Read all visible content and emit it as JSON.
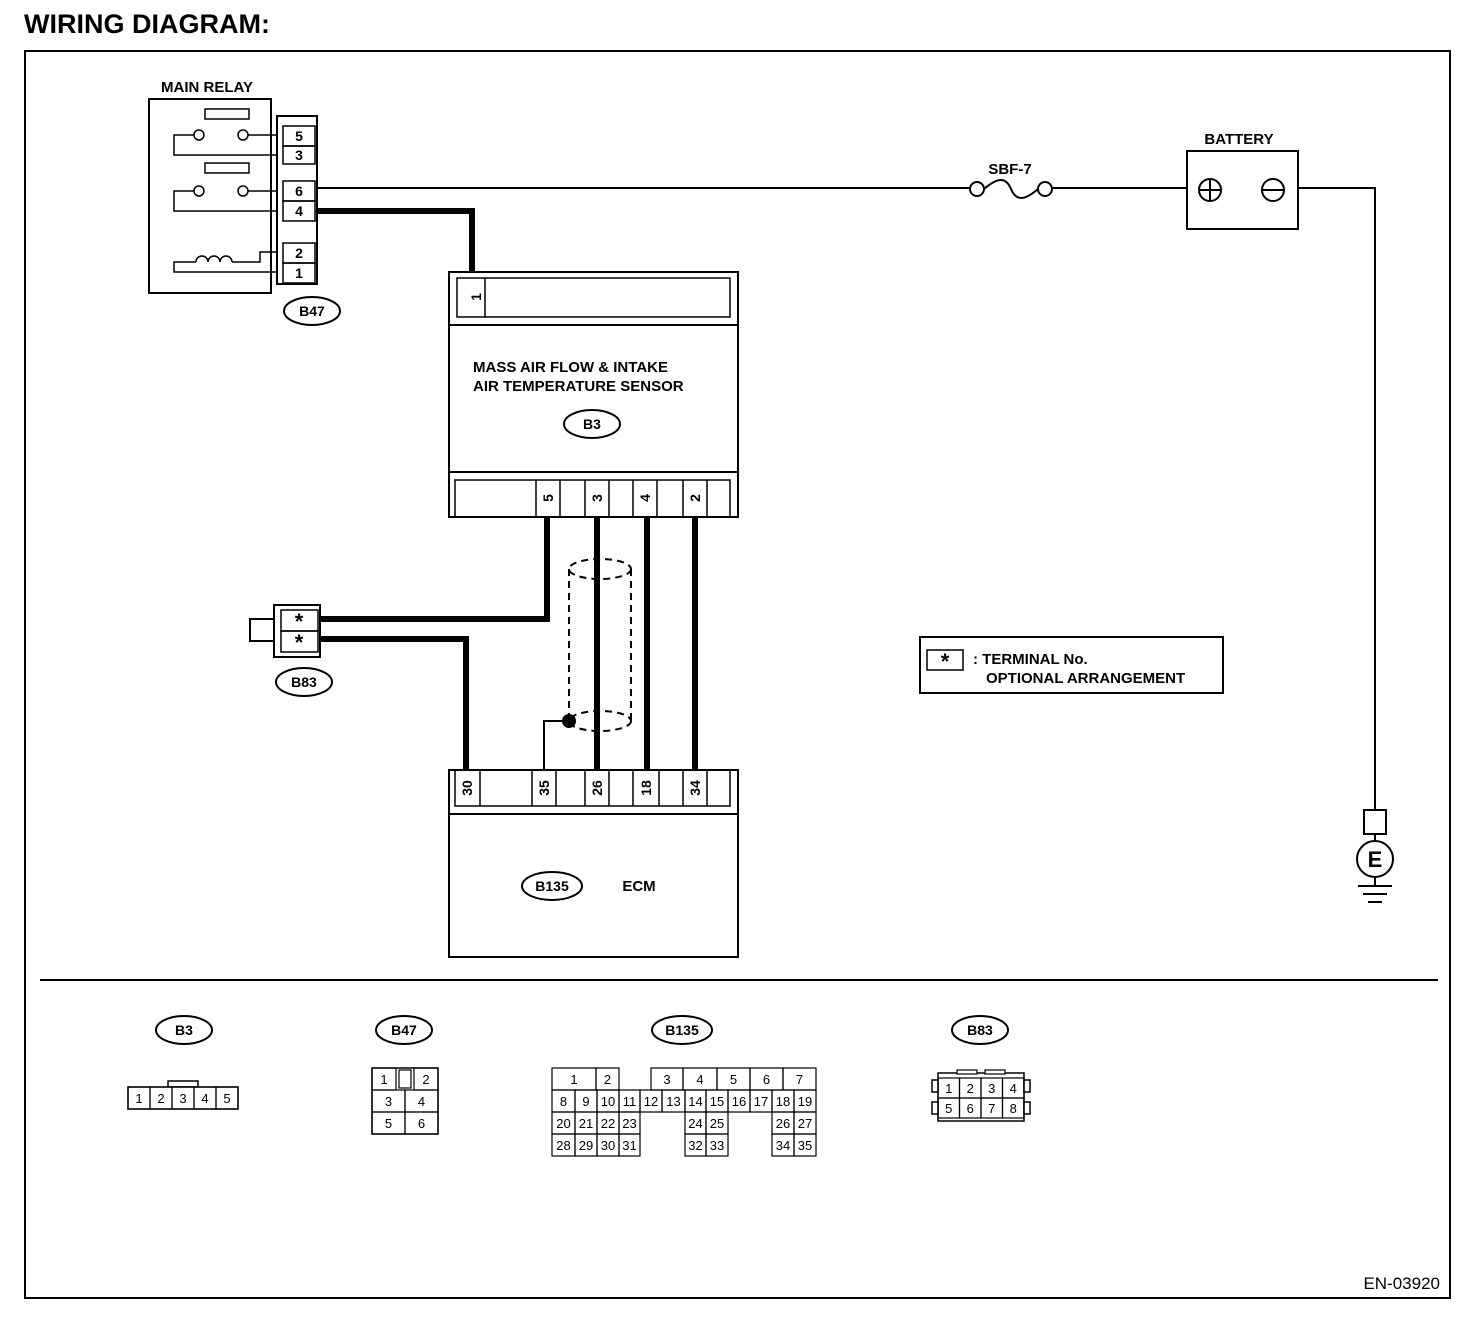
{
  "page_title": "WIRING DIAGRAM:",
  "figure_id": "EN-03920",
  "main_relay": {
    "label": "MAIN RELAY",
    "connector": "B47",
    "pins": [
      "5",
      "3",
      "6",
      "4",
      "2",
      "1"
    ]
  },
  "sensor": {
    "label_line1": "MASS AIR FLOW & INTAKE",
    "label_line2": "AIR TEMPERATURE SENSOR",
    "connector": "B3",
    "top_pin": "1",
    "bottom_pins": [
      "5",
      "3",
      "4",
      "2"
    ]
  },
  "fuse": {
    "label": "SBF-7"
  },
  "battery": {
    "label": "BATTERY"
  },
  "joint": {
    "connector": "B83",
    "pins": [
      "*",
      "*"
    ]
  },
  "ecm": {
    "label": "ECM",
    "connector": "B135",
    "pins": [
      "30",
      "35",
      "26",
      "18",
      "34"
    ]
  },
  "ground": {
    "label": "E"
  },
  "legend": {
    "symbol": "*",
    "line1": ": TERMINAL No.",
    "line2": "OPTIONAL ARRANGEMENT"
  },
  "connector_views": {
    "b3": {
      "name": "B3",
      "cells": [
        "1",
        "2",
        "3",
        "4",
        "5"
      ]
    },
    "b47": {
      "name": "B47",
      "cells": [
        "1",
        "2",
        "3",
        "4",
        "5",
        "6"
      ]
    },
    "b135": {
      "name": "B135",
      "cells": [
        "1",
        "2",
        "3",
        "4",
        "5",
        "6",
        "7",
        "8",
        "9",
        "10",
        "11",
        "12",
        "13",
        "14",
        "15",
        "16",
        "17",
        "18",
        "19",
        "20",
        "21",
        "22",
        "23",
        "24",
        "25",
        "26",
        "27",
        "28",
        "29",
        "30",
        "31",
        "32",
        "33",
        "34",
        "35"
      ]
    },
    "b83": {
      "name": "B83",
      "cells": [
        "1",
        "2",
        "3",
        "4",
        "5",
        "6",
        "7",
        "8"
      ]
    }
  }
}
